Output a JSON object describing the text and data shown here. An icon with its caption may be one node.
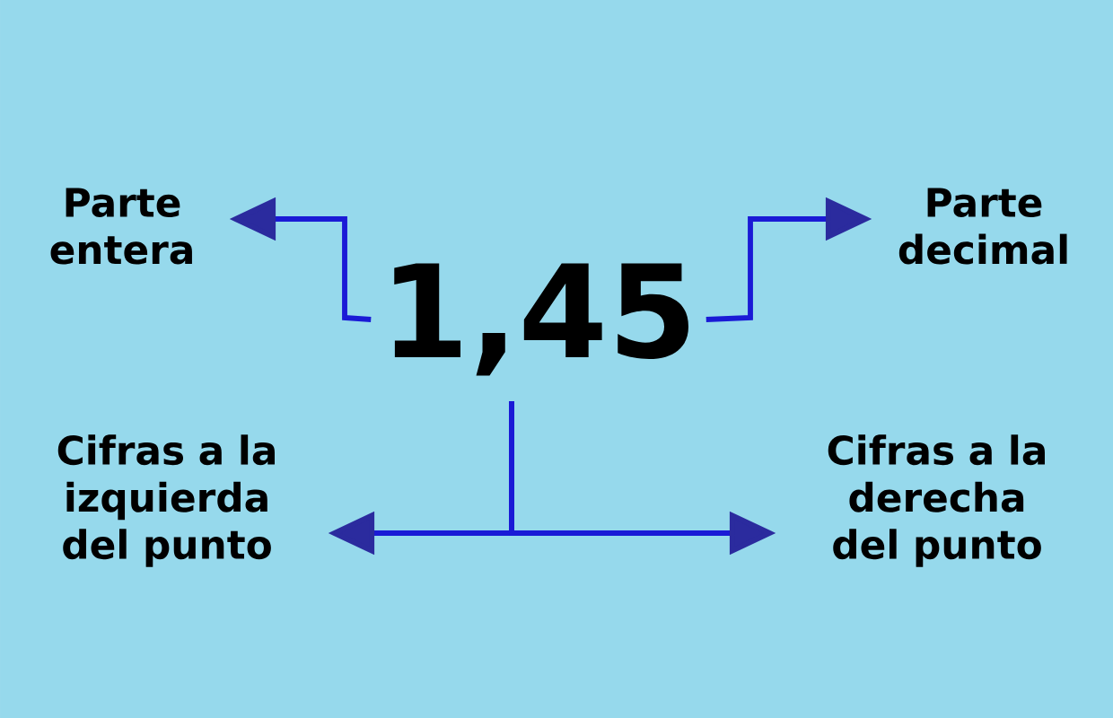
{
  "diagram": {
    "nodes": [
      {
        "text": [
          "1,45"
        ]
      },
      {
        "text": [
          "Parte entera"
        ]
      },
      {
        "text": [
          "Parte decimal"
        ]
      },
      {
        "text": [
          "Cifras a la izquierda del punto"
        ]
      },
      {
        "text": [
          "Cifras a la derecha del punto"
        ]
      }
    ],
    "edges": [
      {
        "from": 0,
        "to": 1,
        "arrow": "to"
      },
      {
        "from": 0,
        "to": 2,
        "arrow": "to"
      },
      {
        "from": 0,
        "to": 3,
        "arrow": "to"
      },
      {
        "from": 0,
        "to": 4,
        "arrow": "to"
      }
    ]
  }
}
